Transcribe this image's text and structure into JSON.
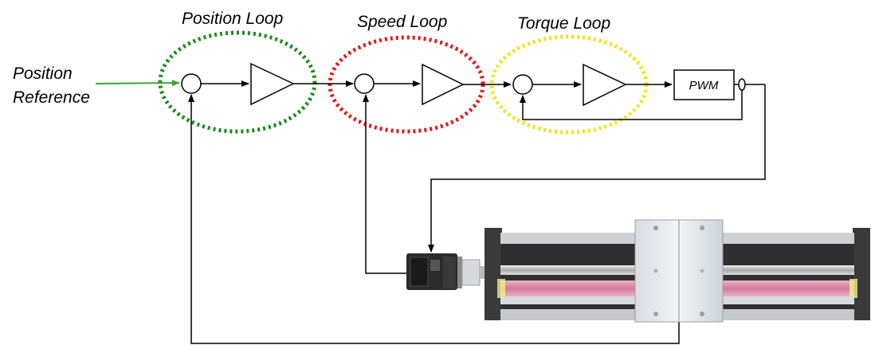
{
  "labels": {
    "position_loop": "Position Loop",
    "speed_loop": "Speed Loop",
    "torque_loop": "Torque Loop",
    "reference_line1": "Position",
    "reference_line2": "Reference",
    "pwm": "PWM"
  },
  "colors": {
    "position_loop_ring": "#1a8c1a",
    "speed_loop_ring": "#e01818",
    "torque_loop_ring": "#f0e61a",
    "reference_arrow": "#3aa53a",
    "signal_line": "#000000",
    "rail_highlight": "#d98aa8"
  },
  "icons": {
    "motor": "servo-motor-icon",
    "actuator": "linear-actuator-icon"
  }
}
